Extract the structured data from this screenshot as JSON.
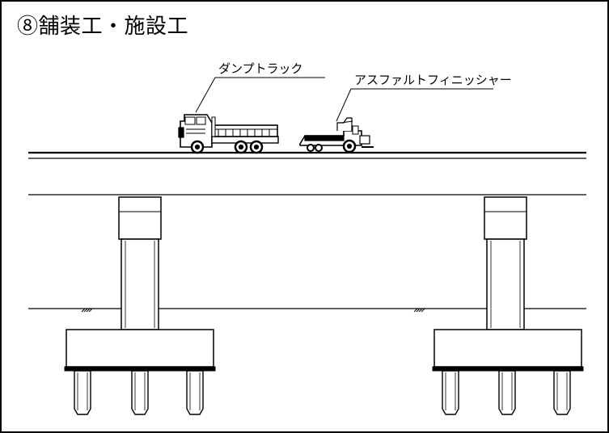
{
  "figure": {
    "title": "⑧舗装工・施設工",
    "labels": {
      "dump_truck": "ダンプトラック",
      "asphalt_finisher": "アスファルトフィニッシャー"
    },
    "piers": 2,
    "piles_per_pier": 3,
    "colors": {
      "line": "#000000",
      "background": "#ffffff"
    }
  }
}
